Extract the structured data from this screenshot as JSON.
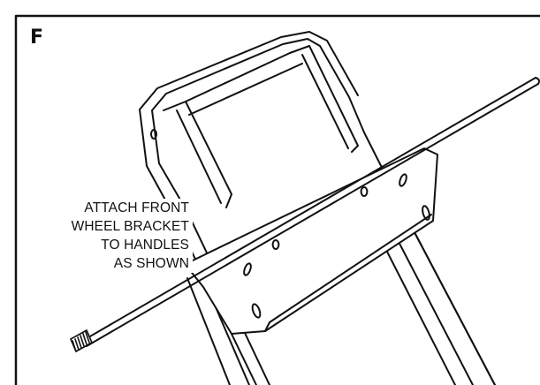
{
  "figure": {
    "step_letter": "F",
    "instruction_lines": [
      "ATTACH FRONT",
      "WHEEL BRACKET",
      "TO HANDLES",
      "AS SHOWN"
    ],
    "line_color": "#111111",
    "background_color": "#ffffff"
  }
}
